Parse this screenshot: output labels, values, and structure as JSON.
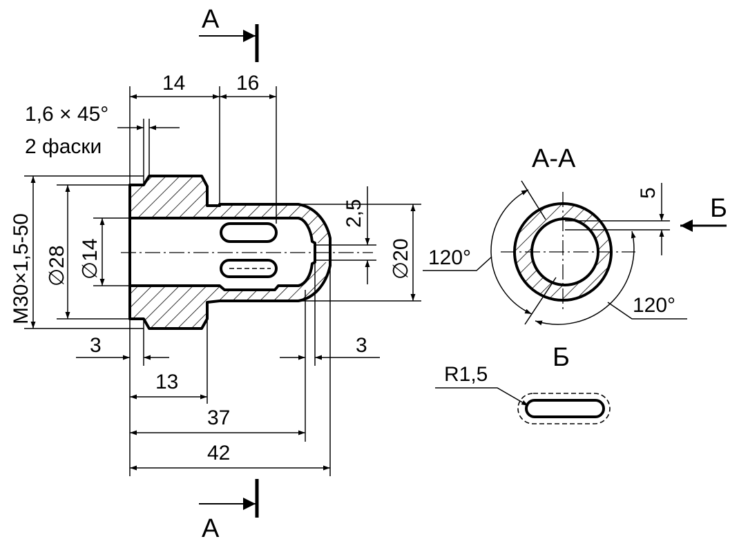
{
  "section_marks": {
    "top": "А",
    "bottom": "А",
    "section_title": "А-А",
    "view_side": "Б",
    "view_bottom": "Б"
  },
  "dimensions": {
    "d14_top": "14",
    "d16_top": "16",
    "chamfer_size": "1,6 × 45°",
    "chamfer_count": "2 фаски",
    "thread": "M30×1,5-50",
    "dia28": "∅28",
    "dia14": "∅14",
    "dim2_5": "2,5",
    "dia20": "∅20",
    "left3": "3",
    "right3": "3",
    "len13": "13",
    "len37": "37",
    "len42": "42",
    "angle_left": "120°",
    "angle_right": "120°",
    "slot5": "5",
    "radius": "R1,5"
  }
}
